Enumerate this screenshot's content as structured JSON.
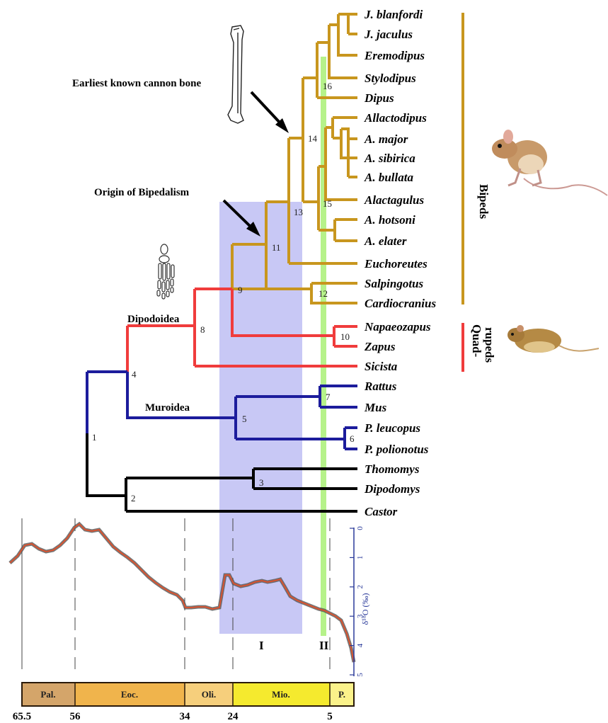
{
  "taxa": {
    "t1": "J. blanfordi",
    "t2": "J. jaculus",
    "t3": "Eremodipus",
    "t4": "Stylodipus",
    "t5": "Dipus",
    "t6": "Allactodipus",
    "t7": "A. major",
    "t8": "A. sibirica",
    "t9": "A. bullata",
    "t10": "Alactagulus",
    "t11": "A. hotsoni",
    "t12": "A. elater",
    "t13": "Euchoreutes",
    "t14": "Salpingotus",
    "t15": "Cardiocranius",
    "t16": "Napaeozapus",
    "t17": "Zapus",
    "t18": "Sicista",
    "t19": "Rattus",
    "t20": "Mus",
    "t21": "P. leucopus",
    "t22": "P. polionotus",
    "t23": "Thomomys",
    "t24": "Dipodomys",
    "t25": "Castor"
  },
  "nodes": {
    "n1": "1",
    "n2": "2",
    "n3": "3",
    "n4": "4",
    "n5": "5",
    "n6": "6",
    "n7": "7",
    "n8": "8",
    "n9": "9",
    "n10": "10",
    "n11": "11",
    "n12": "12",
    "n13": "13",
    "n14": "14",
    "n15": "15",
    "n16": "16"
  },
  "annotations": {
    "cannon": "Earliest known cannon bone",
    "bipedalism": "Origin of Bipedalism",
    "dipodoidea": "Dipodoidea",
    "muroidea": "Muroidea"
  },
  "groups": {
    "bipeds": "Bipeds",
    "quad1": "Quad-",
    "quad2": "rupeds"
  },
  "intervals": {
    "I": "I",
    "II": "II"
  },
  "isotope_axis": {
    "label": "δ¹⁸O (‰)",
    "ticks": [
      "0",
      "1",
      "2",
      "3",
      "4",
      "5"
    ]
  },
  "epochs": [
    {
      "label": "Pal.",
      "color": "#d4a56a"
    },
    {
      "label": "Eoc.",
      "color": "#f0b44c"
    },
    {
      "label": "Oli.",
      "color": "#f6cf7c"
    },
    {
      "label": "Mio.",
      "color": "#f5ea2e"
    },
    {
      "label": "P.",
      "color": "#fbf28a"
    }
  ],
  "ages": [
    "65.5",
    "56",
    "34",
    "24",
    "5"
  ],
  "colors": {
    "bipeds": "#c8961e",
    "quadrupeds": "#f03c3c",
    "muroidea": "#1c1c9c",
    "outgroup": "#000000",
    "interval_I": "#c8c8f5",
    "interval_II": "#b6f28a",
    "isotope_raw": "#555555",
    "isotope_smooth": "#e0502a"
  }
}
